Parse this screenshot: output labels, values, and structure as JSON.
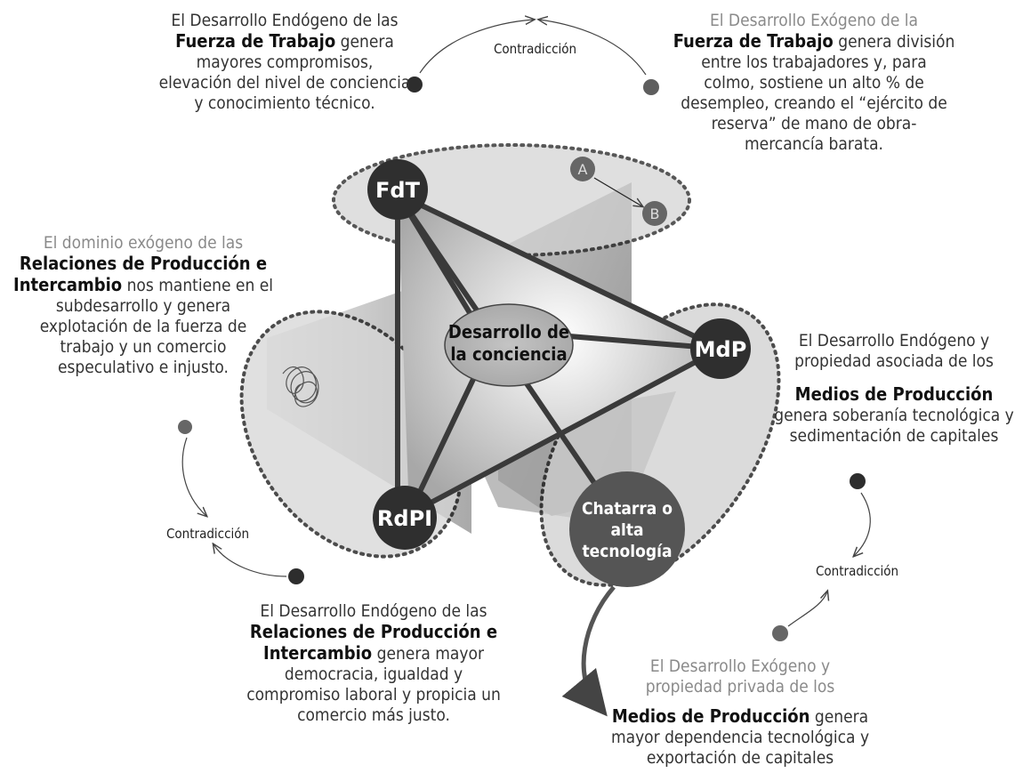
{
  "nodes": {
    "fdt": "FdT",
    "mdp": "MdP",
    "rdpi": "RdPI",
    "center_line1": "Desarrollo de",
    "center_line2": "la conciencia",
    "chatarra_line1": "Chatarra  o",
    "chatarra_line2": "alta",
    "chatarra_line3": "tecnología",
    "a": "A",
    "b": "B"
  },
  "contradiction_label": "Contradicción",
  "texts": {
    "top_left": {
      "l1": "El Desarrollo Endógeno de las",
      "bold": "Fuerza de Trabajo",
      "l2_rest": " genera",
      "l3": "mayores compromisos,",
      "l4": "elevación del nivel de conciencia",
      "l5": "y conocimiento técnico."
    },
    "top_right": {
      "l1": "El Desarrollo Exógeno de la",
      "bold": "Fuerza de Trabajo",
      "l2_rest": " genera división",
      "l3": "entre los trabajadores y, para",
      "l4": "colmo, sostiene un alto % de",
      "l5": "desempleo, creando el “ejército de",
      "l6": "reserva” de mano de obra-",
      "l7": "mercancía barata."
    },
    "left": {
      "l1": "El dominio exógeno de las",
      "bold1": "Relaciones de Producción e",
      "bold2": "Intercambio",
      "l3_rest": " nos mantiene en el",
      "l4": "subdesarrollo y genera",
      "l5": "explotación de la fuerza de",
      "l6": "trabajo y un comercio",
      "l7": "especulativo e injusto."
    },
    "right": {
      "l1": "El Desarrollo Endógeno y",
      "l2": "propiedad asociada de los",
      "bold": "Medios de Producción",
      "l4": "genera soberanía tecnológica y",
      "l5": "sedimentación  de capitales"
    },
    "bottom_left": {
      "l1": "El Desarrollo Endógeno de las",
      "bold1": "Relaciones de Producción e",
      "bold2": "Intercambio",
      "l3_rest": " genera mayor",
      "l4": "democracia, igualdad y",
      "l5": "compromiso laboral y propicia un",
      "l6": "comercio más justo."
    },
    "bottom_right": {
      "l1": "El Desarrollo Exógeno y",
      "l2": "propiedad privada de los",
      "bold": "Medios de Producción",
      "l3_rest": "  genera",
      "l4": "mayor dependencia tecnológica y",
      "l5": "exportación de capitales"
    }
  }
}
